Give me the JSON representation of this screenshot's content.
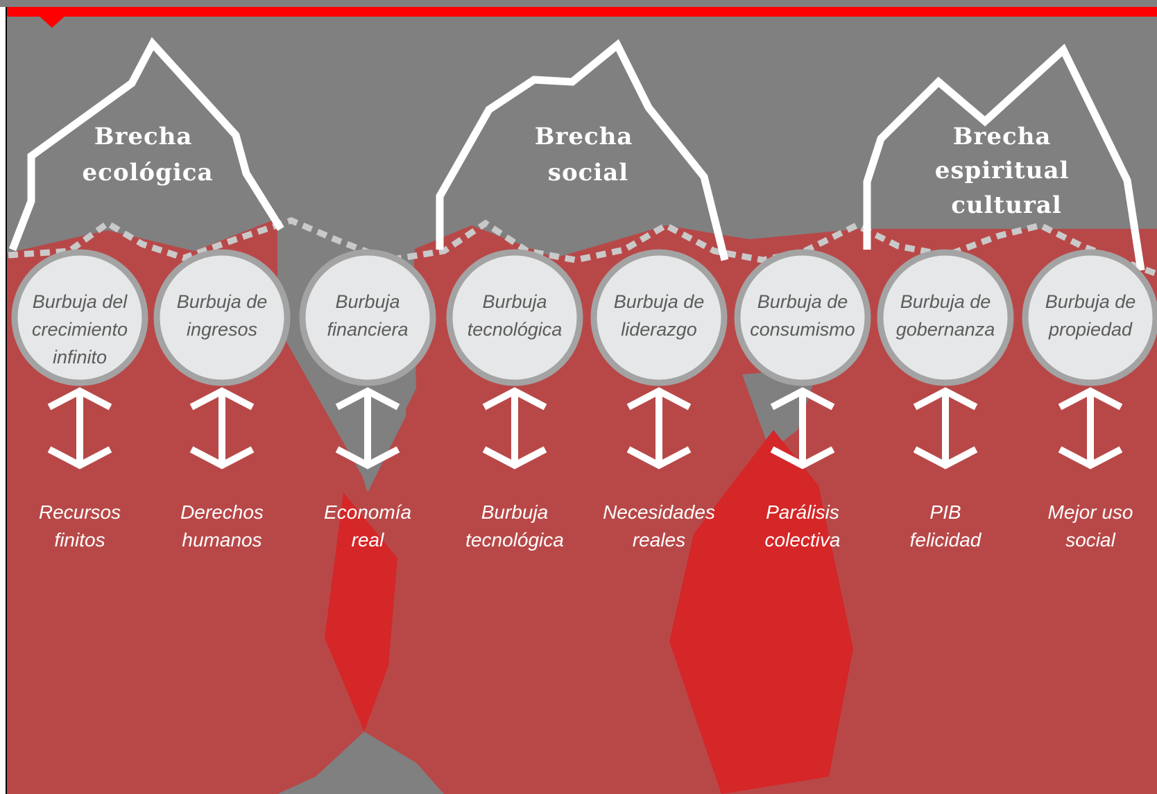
{
  "colors": {
    "background_gray": "#808080",
    "red_base": "#b84848",
    "red_bright": "#d52628",
    "top_bar": "#ff0000",
    "bubble_fill": "#e6e7e8",
    "bubble_stroke": "#a3a3a3",
    "bubble_text": "#5b5b5b",
    "white": "#ffffff"
  },
  "gaps": [
    {
      "lines": [
        "Brecha",
        "ecológica"
      ]
    },
    {
      "lines": [
        "Brecha",
        "social"
      ]
    },
    {
      "lines": [
        "Brecha",
        "espiritual",
        "cultural"
      ]
    }
  ],
  "bubbles": [
    {
      "lines": [
        "Burbuja del",
        "crecimiento",
        "infinito"
      ]
    },
    {
      "lines": [
        "Burbuja de",
        "ingresos"
      ]
    },
    {
      "lines": [
        "Burbuja",
        "financiera"
      ]
    },
    {
      "lines": [
        "Burbuja",
        "tecnológica"
      ]
    },
    {
      "lines": [
        "Burbuja de",
        "liderazgo"
      ]
    },
    {
      "lines": [
        "Burbuja de",
        "consumismo"
      ]
    },
    {
      "lines": [
        "Burbuja de",
        "gobernanza"
      ]
    },
    {
      "lines": [
        "Burbuja de",
        "propiedad"
      ]
    }
  ],
  "realities": [
    {
      "lines": [
        "Recursos",
        "finitos"
      ]
    },
    {
      "lines": [
        "Derechos",
        "humanos"
      ]
    },
    {
      "lines": [
        "Economía",
        "real"
      ]
    },
    {
      "lines": [
        "Burbuja",
        "tecnológica"
      ]
    },
    {
      "lines": [
        "Necesidades",
        "reales"
      ]
    },
    {
      "lines": [
        "Parálisis",
        "colectiva"
      ]
    },
    {
      "lines": [
        "PIB",
        "felicidad"
      ]
    },
    {
      "lines": [
        "Mejor uso",
        "social"
      ]
    }
  ],
  "arrow_icon": "double-arrow-vertical-icon"
}
